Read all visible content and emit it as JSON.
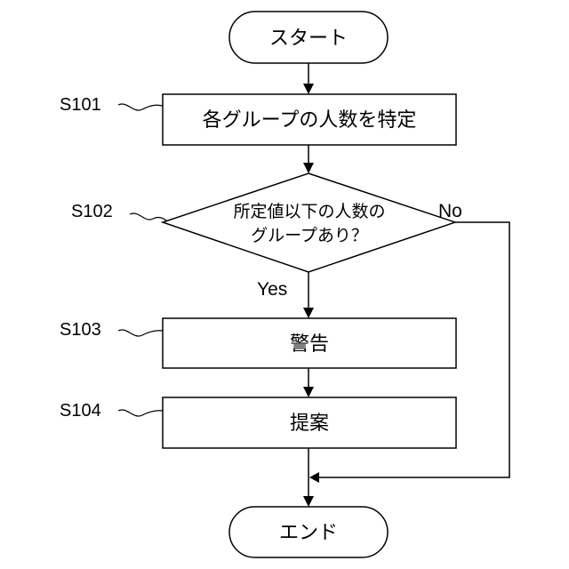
{
  "flowchart": {
    "start": {
      "label": "スタート"
    },
    "end": {
      "label": "エンド"
    },
    "steps": [
      {
        "id": "S101",
        "label": "各グループの人数を特定"
      },
      {
        "id": "S102",
        "label_line1": "所定値以下の人数の",
        "label_line2": "グループあり？"
      },
      {
        "id": "S103",
        "label": "警告"
      },
      {
        "id": "S104",
        "label": "提案"
      }
    ],
    "branches": {
      "yes": "Yes",
      "no": "No"
    }
  }
}
